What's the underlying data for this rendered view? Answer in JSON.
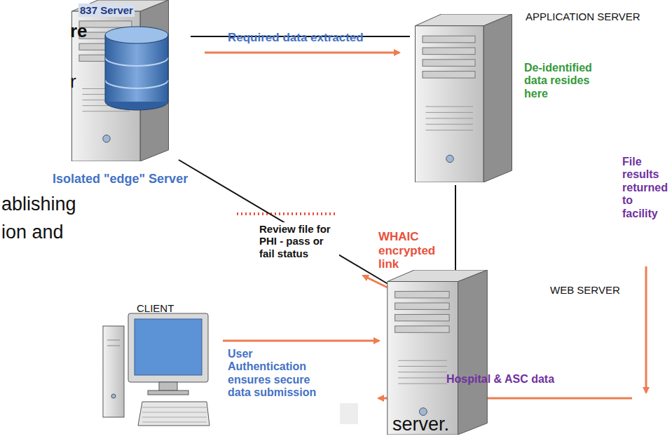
{
  "diagram": {
    "nodes": [
      {
        "text": [
          "837 Server",
          "Isolated \"edge\" Server"
        ]
      },
      {
        "text": [
          "APPLICATION SERVER",
          "De-identified data resides here"
        ]
      },
      {
        "text": [
          "WEB SERVER"
        ]
      },
      {
        "text": [
          "CLIENT"
        ]
      }
    ],
    "edges": [
      {
        "from": 0,
        "to": 1,
        "arrow": "none"
      },
      {
        "from": 1,
        "to": 2,
        "arrow": "none"
      },
      {
        "from": 0,
        "to": 2,
        "label": "Review file for PHI - pass or fail status",
        "arrow": "none"
      },
      {
        "from": 3,
        "to": 2,
        "label": "User Authentication ensures secure data submission",
        "arrow": "to"
      }
    ],
    "labels": [
      "Required data extracted",
      "WHAIC encrypted link",
      "File results returned to facility",
      "Hospital & ASC data",
      "re",
      "r",
      "ablishing",
      "ion and",
      "server."
    ]
  }
}
